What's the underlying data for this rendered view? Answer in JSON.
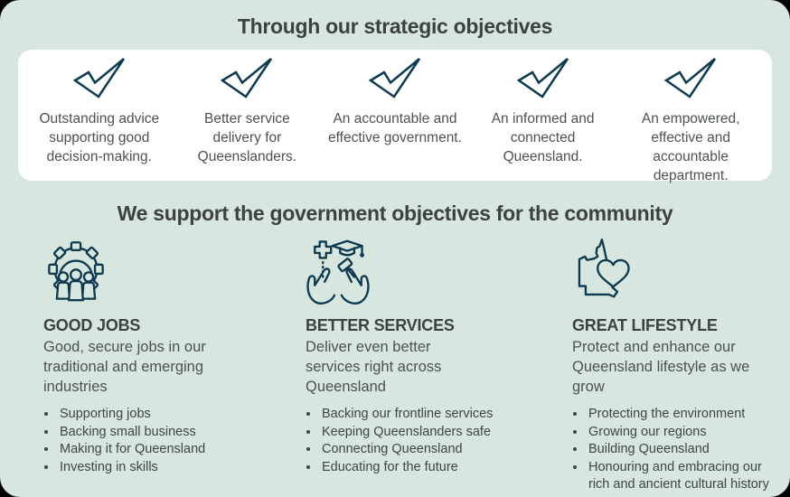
{
  "colors": {
    "page_background": "#d7e6de",
    "card_background": "#ffffff",
    "icon_navy": "#0e3a50",
    "heading_charcoal": "#3d4140",
    "body_gray": "#4c5154"
  },
  "headings": {
    "strategic": "Through our strategic objectives",
    "community": "We support the government objectives for the community"
  },
  "strategic_objectives": [
    {
      "icon": "check-icon",
      "text": "Outstanding advice supporting good decision-making."
    },
    {
      "icon": "check-icon",
      "text": "Better service delivery for Queenslanders."
    },
    {
      "icon": "check-icon",
      "text": "An accountable and effective government."
    },
    {
      "icon": "check-icon",
      "text": "An informed and connected Queensland."
    },
    {
      "icon": "check-icon",
      "text": "An empowered, effective and accountable department."
    }
  ],
  "community_pillars": [
    {
      "icon": "people-in-gear-icon",
      "title": "GOOD JOBS",
      "description": "Good, secure jobs in our traditional and emerging industries",
      "bullets": [
        "Supporting jobs",
        "Backing small business",
        "Making it for Queensland",
        "Investing in skills"
      ]
    },
    {
      "icon": "hands-holding-services-icon",
      "title": "BETTER SERVICES",
      "description": "Deliver even better services right across Queensland",
      "bullets": [
        "Backing our frontline services",
        "Keeping Queenslanders safe",
        "Connecting Queensland",
        "Educating for the future"
      ]
    },
    {
      "icon": "queensland-map-heart-icon",
      "title": "GREAT LIFESTYLE",
      "description": "Protect and enhance our Queensland lifestyle as we grow",
      "bullets": [
        "Protecting the environment",
        "Growing our regions",
        "Building Queensland",
        "Honouring and embracing our rich and ancient cultural history"
      ]
    }
  ]
}
